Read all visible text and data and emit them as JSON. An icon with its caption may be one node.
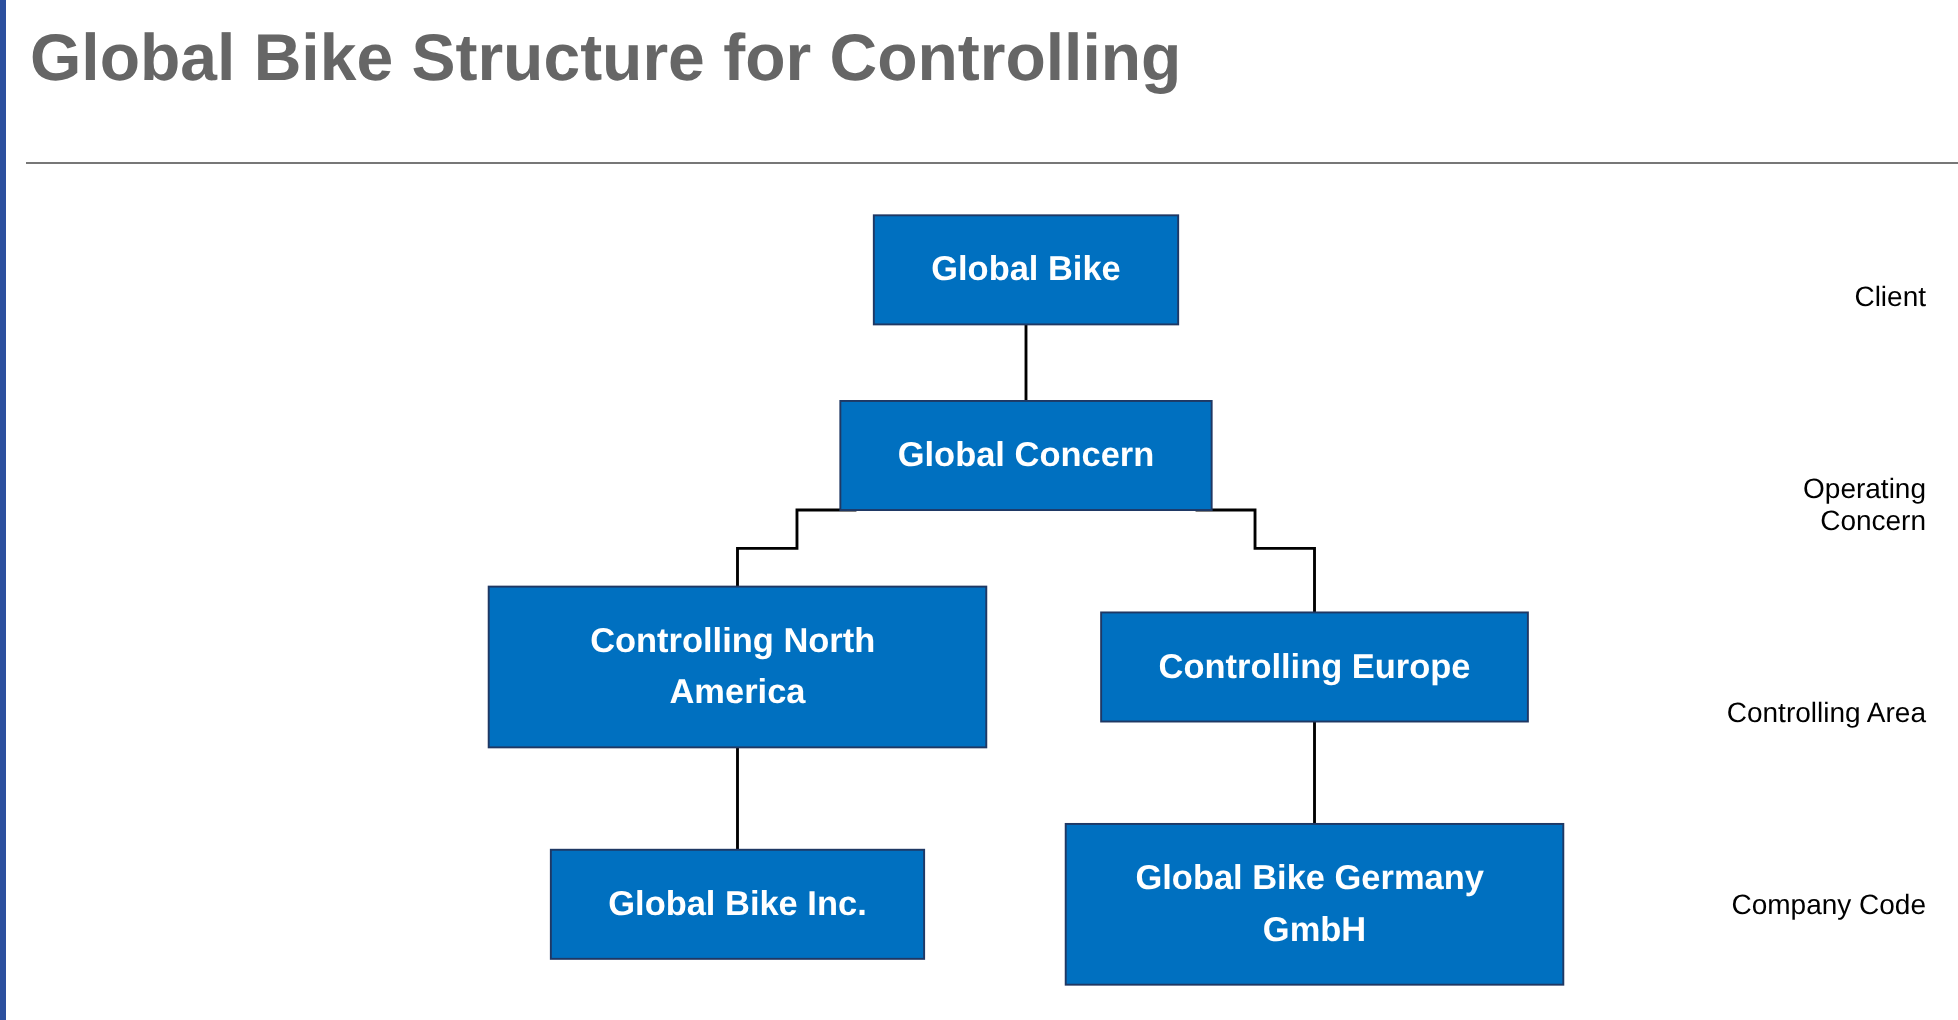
{
  "diagram": {
    "title": "Global Bike Structure for Controlling",
    "nodes": [
      {
        "text": [
          "Global Bike"
        ]
      },
      {
        "text": [
          "Global Concern"
        ]
      },
      {
        "text": [
          "Controlling North America"
        ]
      },
      {
        "text": [
          "Controlling Europe"
        ]
      },
      {
        "text": [
          "Global Bike Inc."
        ]
      },
      {
        "text": [
          "Global Bike Germany GmbH"
        ]
      }
    ],
    "edges": [
      {
        "from": 0,
        "to": 1,
        "arrow": "none"
      },
      {
        "from": 1,
        "to": 2,
        "arrow": "none"
      },
      {
        "from": 1,
        "to": 3,
        "arrow": "none"
      },
      {
        "from": 2,
        "to": 4,
        "arrow": "none"
      },
      {
        "from": 3,
        "to": 5,
        "arrow": "none"
      }
    ],
    "labels": [
      "Client",
      "Operating Concern",
      "Controlling Area",
      "Company Code"
    ]
  }
}
